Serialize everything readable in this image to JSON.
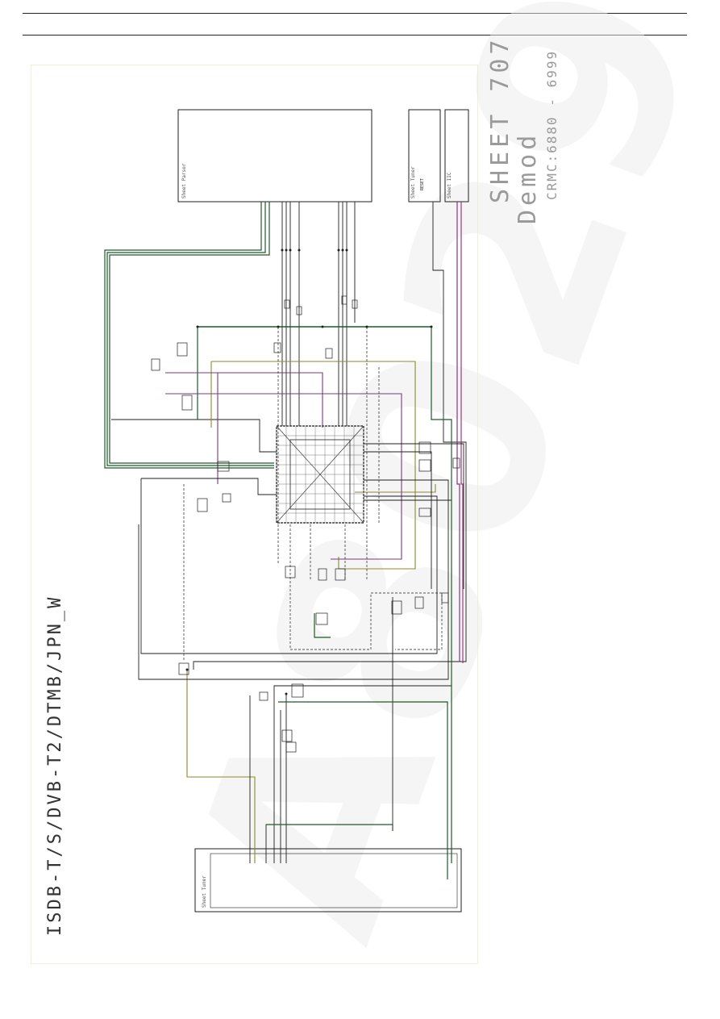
{
  "header": {
    "top_rule": "",
    "bottom_rule": ""
  },
  "titles": {
    "sheet": "SHEET 707",
    "demod": "Demod",
    "crmc": "CRMC:6880 - 6999",
    "standard": "ISDB-T/S/DVB-T2/DTMB/JPN_W"
  },
  "blocks": {
    "parser": {
      "label": "Sheet Parser"
    },
    "tuner_top": {
      "label": "Sheet Tuner",
      "pin_label": "RESET"
    },
    "iic": {
      "label": "Sheet IIC"
    },
    "tuner_bottom": {
      "label": "Sheet Tuner"
    }
  },
  "watermark": {
    "text": "A8029"
  },
  "colors": {
    "wire": "#1f1f1f",
    "wire_green": "#1f5a2a",
    "wire_olive": "#8a8a2a",
    "wire_purple": "#7a3b7a",
    "wire_magenta": "#b03080",
    "title_gray": "#9a9a9a",
    "watermark": "#e6e6e6"
  }
}
